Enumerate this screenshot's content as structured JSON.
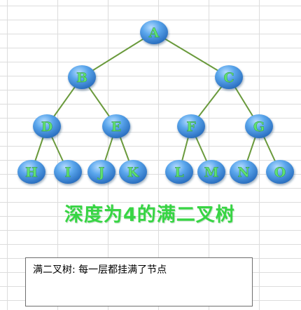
{
  "tree": {
    "nodes": [
      {
        "id": "A",
        "label": "A"
      },
      {
        "id": "B",
        "label": "B"
      },
      {
        "id": "C",
        "label": "C"
      },
      {
        "id": "D",
        "label": "D"
      },
      {
        "id": "E",
        "label": "E"
      },
      {
        "id": "F",
        "label": "F"
      },
      {
        "id": "G",
        "label": "G"
      },
      {
        "id": "H",
        "label": "H"
      },
      {
        "id": "I",
        "label": "I"
      },
      {
        "id": "J",
        "label": "J"
      },
      {
        "id": "K",
        "label": "K"
      },
      {
        "id": "L",
        "label": "L"
      },
      {
        "id": "M",
        "label": "M"
      },
      {
        "id": "N",
        "label": "N"
      },
      {
        "id": "O",
        "label": "O"
      }
    ],
    "edges": [
      [
        "A",
        "B"
      ],
      [
        "A",
        "C"
      ],
      [
        "B",
        "D"
      ],
      [
        "B",
        "E"
      ],
      [
        "C",
        "F"
      ],
      [
        "C",
        "G"
      ],
      [
        "D",
        "H"
      ],
      [
        "D",
        "I"
      ],
      [
        "E",
        "J"
      ],
      [
        "E",
        "K"
      ],
      [
        "F",
        "L"
      ],
      [
        "F",
        "M"
      ],
      [
        "G",
        "N"
      ],
      [
        "G",
        "O"
      ]
    ]
  },
  "headline": "深度为4的满二叉树",
  "note": "满二叉树: 每一层都挂满了节点",
  "colors": {
    "node_fill": "#3d8fe0",
    "node_highlight": "#a9d8ff",
    "edge": "#6a9a3c",
    "label": "#5fe070",
    "headline": "#37d543"
  }
}
